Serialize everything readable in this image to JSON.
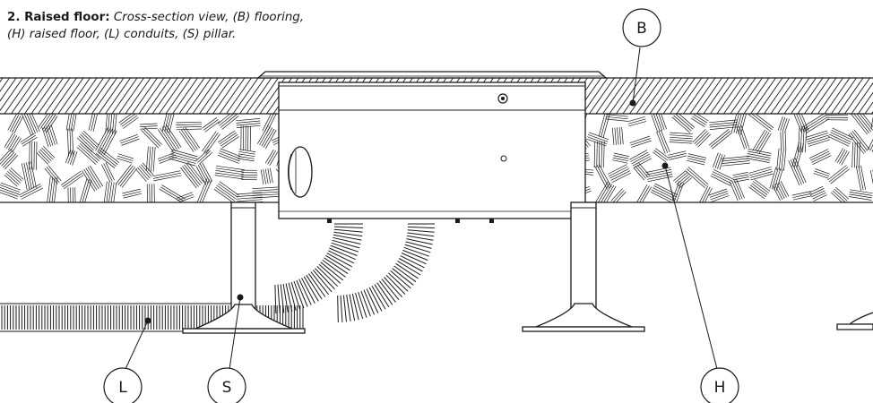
{
  "caption": {
    "bold": "2. Raised floor:",
    "italic_line1": "Cross-section view, (B) flooring,",
    "italic_line2": "(H) raised floor, (L) conduits, (S) pillar."
  },
  "callouts": {
    "B": "B",
    "H": "H",
    "L": "L",
    "S": "S"
  },
  "colors": {
    "ink": "#1a1a1a",
    "background": "#ffffff"
  }
}
